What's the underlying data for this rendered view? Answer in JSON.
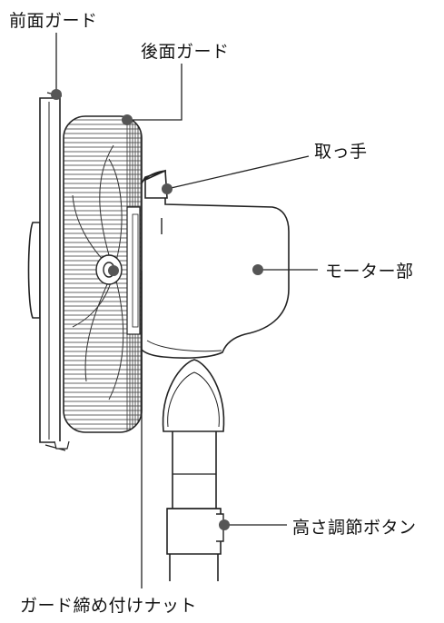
{
  "diagram": {
    "labels": {
      "front_guard": "前面ガード",
      "rear_guard": "後面ガード",
      "handle": "取っ手",
      "motor": "モーター部",
      "height_button": "高さ調節ボタン",
      "guard_nut": "ガード締め付けナット"
    },
    "colors": {
      "line": "#222222",
      "dot": "#555555",
      "background": "#ffffff"
    }
  }
}
